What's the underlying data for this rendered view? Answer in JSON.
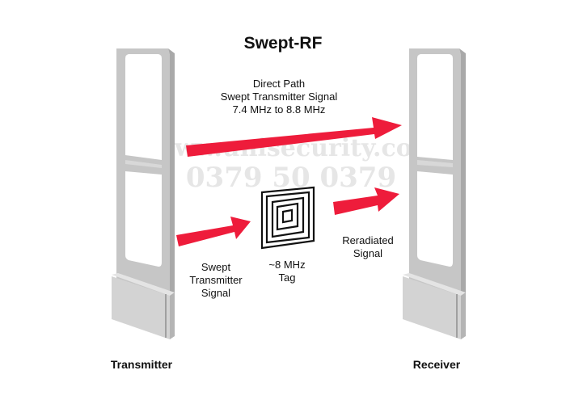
{
  "title": "Swept-RF",
  "watermark": {
    "line1": "www.unisecurity.com",
    "line2": "0379 50 0379"
  },
  "labels": {
    "direct_path": {
      "line1": "Direct Path",
      "line2": "Swept Transmitter Signal",
      "line3": "7.4 MHz to 8.8 MHz"
    },
    "swept_signal": {
      "line1": "Swept",
      "line2": "Transmitter",
      "line3": "Signal"
    },
    "tag": {
      "line1": "~8 MHz",
      "line2": "Tag"
    },
    "reradiated": {
      "line1": "Reradiated",
      "line2": "Signal"
    },
    "transmitter": "Transmitter",
    "receiver": "Receiver"
  },
  "colors": {
    "arrow": "#ee1c3b",
    "pedestal": "#c8c8c8",
    "text": "#111111"
  },
  "icons": {
    "transmitter": "antenna-pedestal-icon",
    "receiver": "antenna-pedestal-icon",
    "tag": "rf-spiral-tag-icon"
  }
}
